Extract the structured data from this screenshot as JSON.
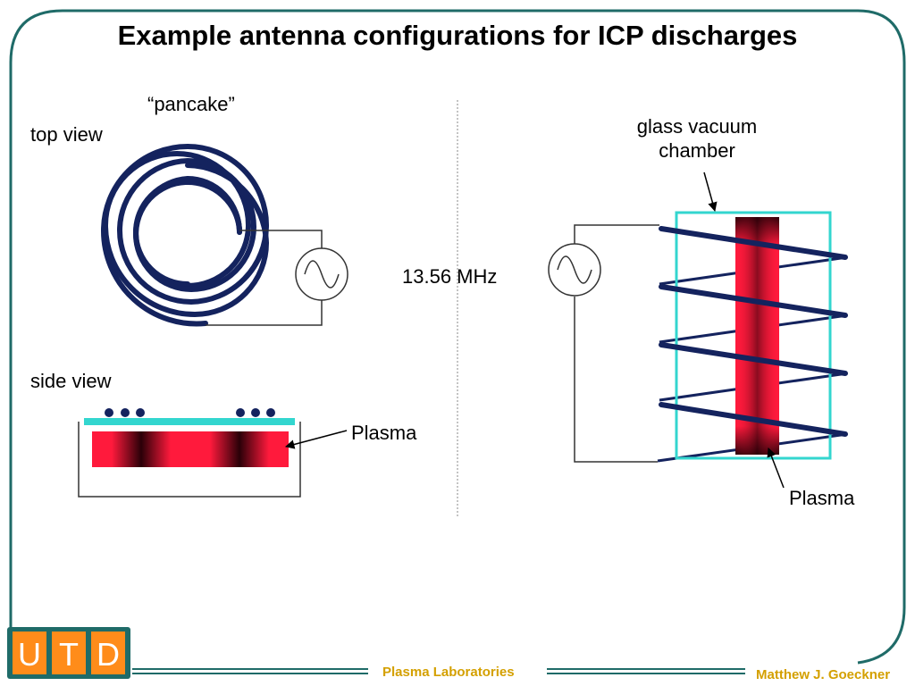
{
  "slide": {
    "title": "Example antenna configurations for ICP discharges",
    "pancake_label": "“pancake”",
    "top_view_label": "top view",
    "side_view_label": "side view",
    "frequency_label": "13.56 MHz",
    "plasma_label_left": "Plasma",
    "plasma_label_right": "Plasma",
    "chamber_label_line1": "glass vacuum",
    "chamber_label_line2": "chamber"
  },
  "footer": {
    "logo_letters": [
      "U",
      "T",
      "D"
    ],
    "center_text": "Plasma Laboratories",
    "right_text": "Matthew J. Goeckner"
  },
  "colors": {
    "frame": "#1f6b68",
    "coil": "#14235e",
    "plasma": "#ff1a3c",
    "plasma_dark": "#2a0008",
    "glass": "#33d6cf",
    "footer_text": "#d4a000",
    "logo_orange": "#ff8c1a",
    "logo_green": "#1f6b68"
  }
}
